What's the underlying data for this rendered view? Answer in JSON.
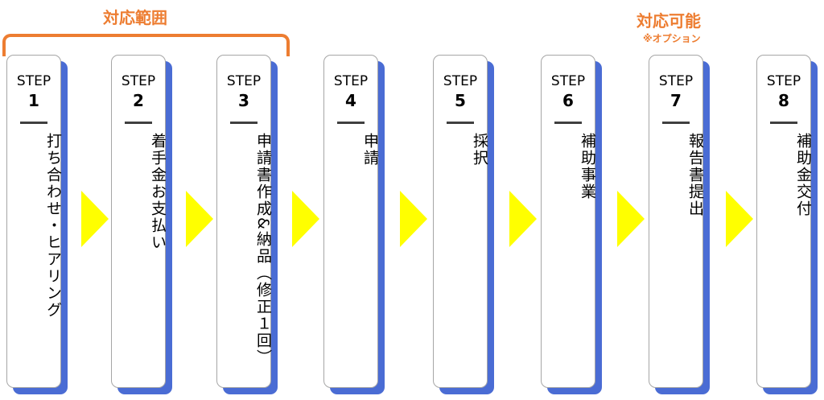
{
  "labels": {
    "scope": "対応範囲",
    "available": "対応可能",
    "option": "※オプション"
  },
  "steps": [
    {
      "word": "STEP",
      "num": "1",
      "text": "打ち合わせ・ヒアリング"
    },
    {
      "word": "STEP",
      "num": "2",
      "text": "着手金お支払い"
    },
    {
      "word": "STEP",
      "num": "3",
      "text": "申請書作成&納品（修正１回）"
    },
    {
      "word": "STEP",
      "num": "4",
      "text": "申請"
    },
    {
      "word": "STEP",
      "num": "5",
      "text": "採択"
    },
    {
      "word": "STEP",
      "num": "6",
      "text": "補助事業"
    },
    {
      "word": "STEP",
      "num": "7",
      "text": "報告書提出"
    },
    {
      "word": "STEP",
      "num": "8",
      "text": "補助金交付"
    }
  ],
  "colors": {
    "accent": "#ed7d31",
    "arrow": "#ffff00",
    "shadow": "#4a6cd4"
  }
}
